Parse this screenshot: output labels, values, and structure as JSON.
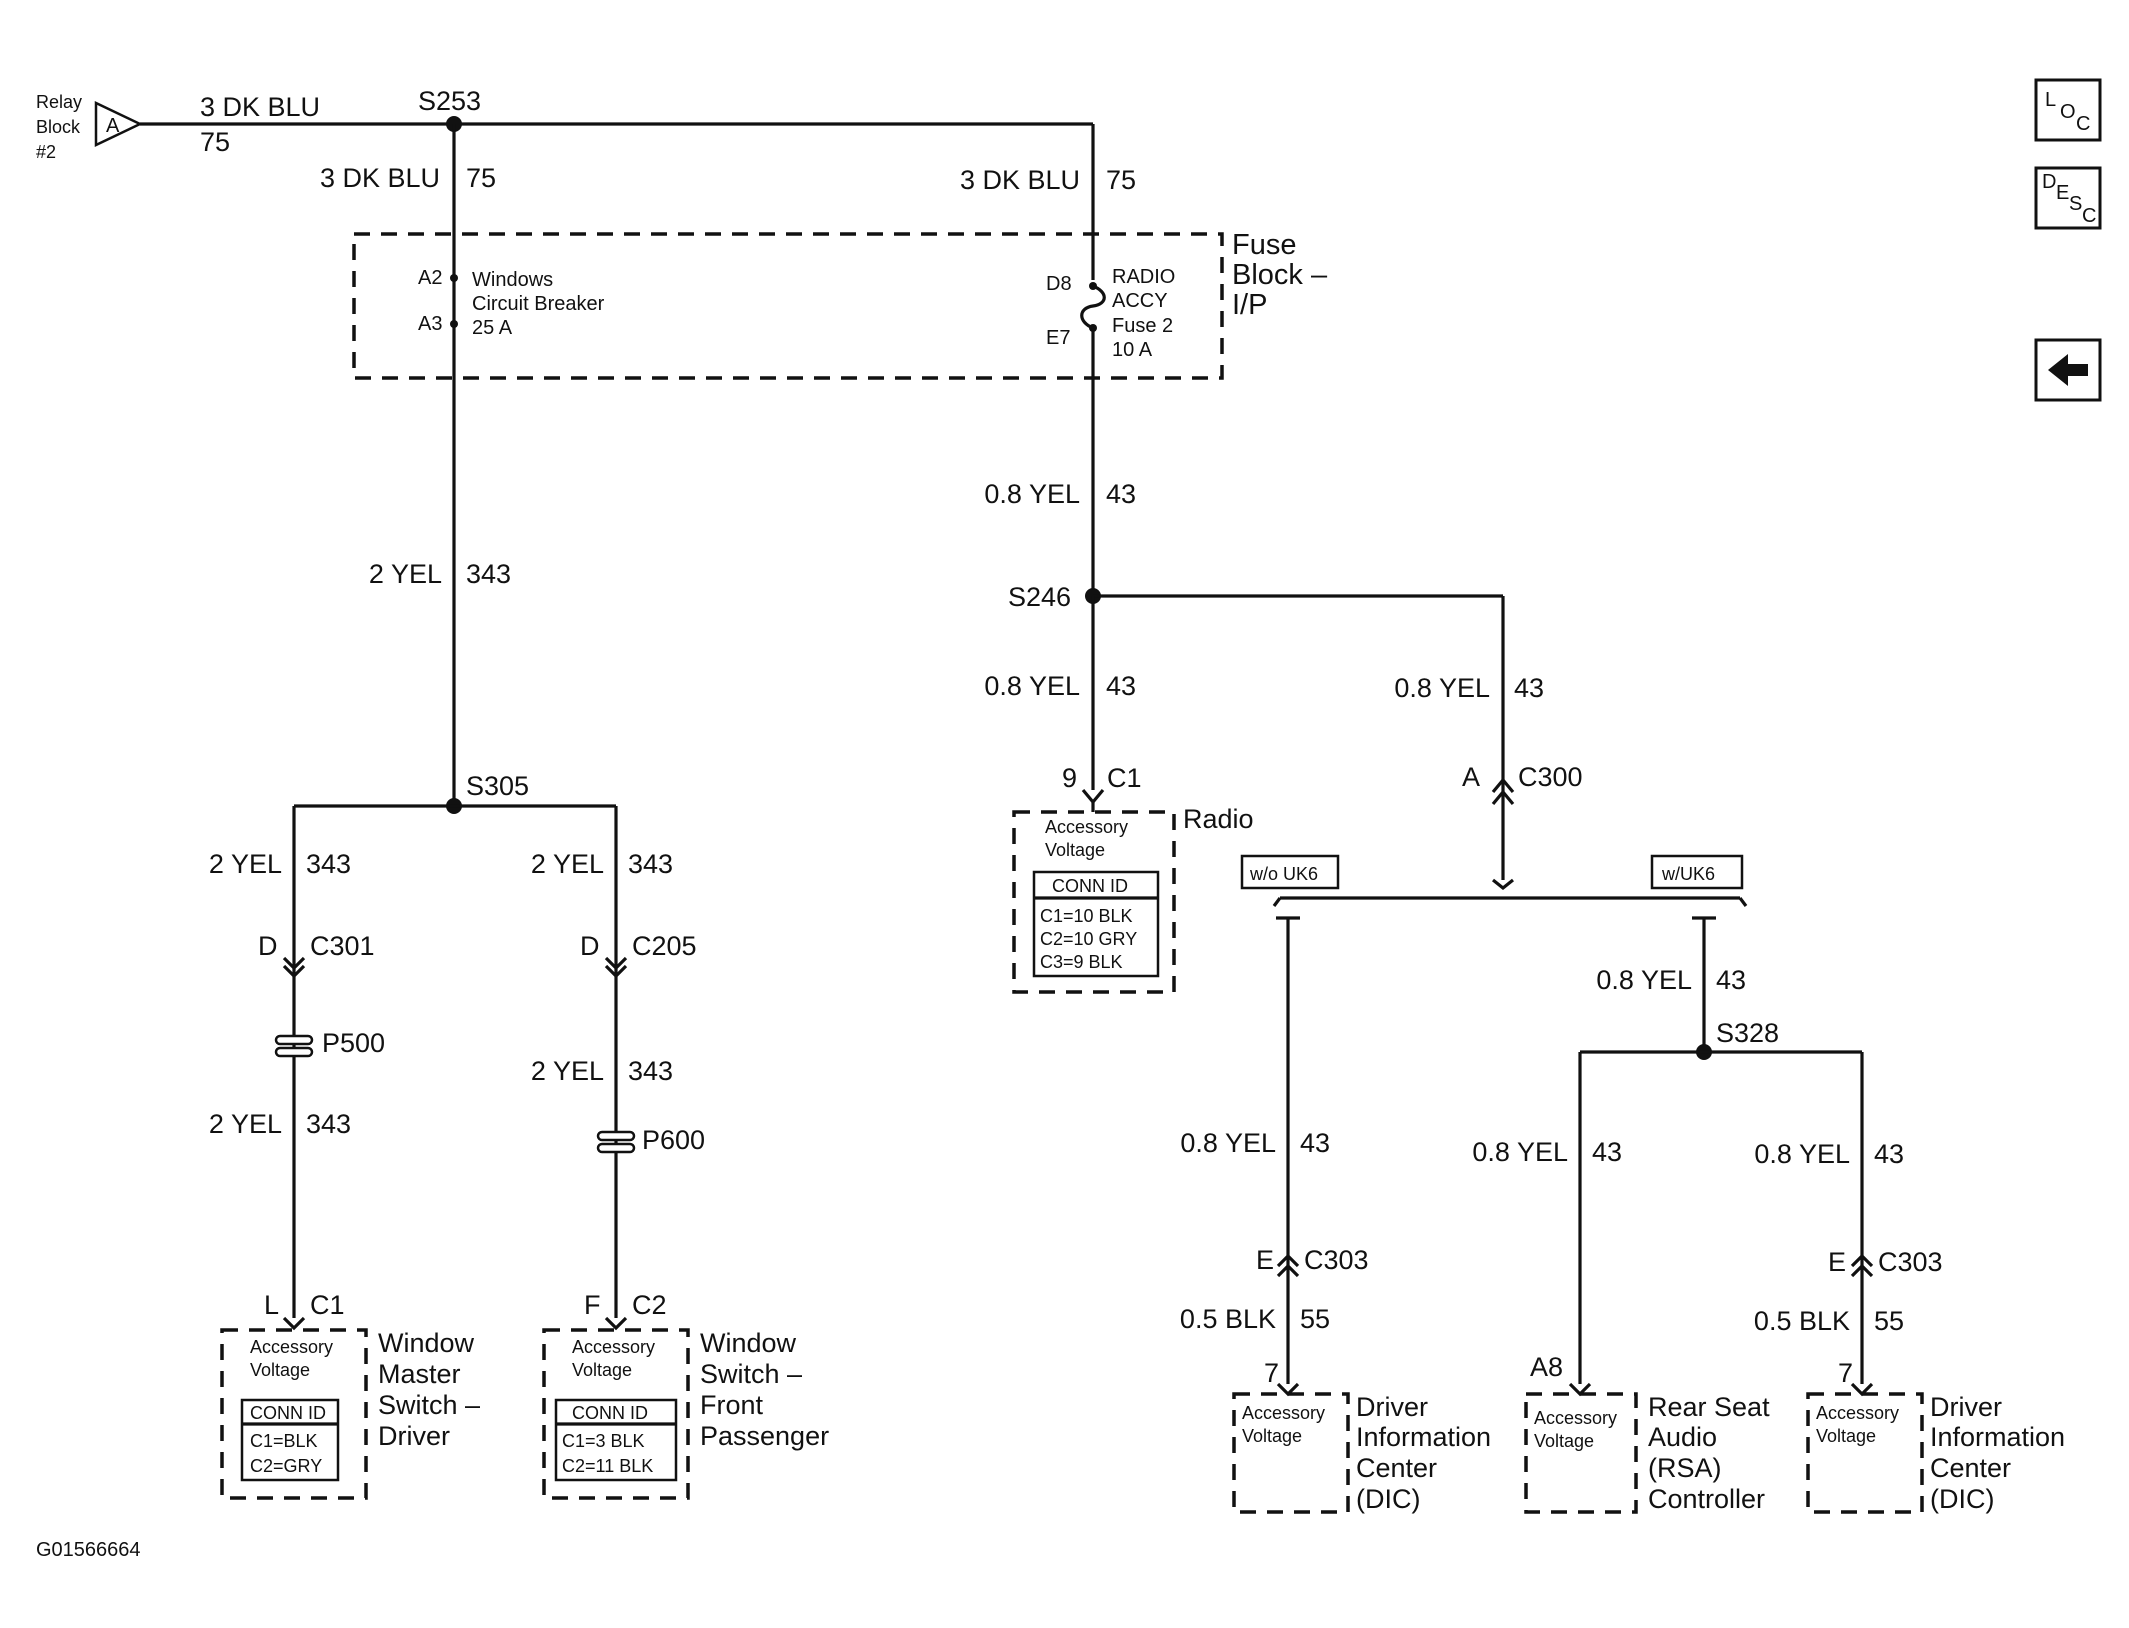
{
  "nav": {
    "loc_label": [
      "L",
      "O",
      "C"
    ],
    "desc_label": [
      "D",
      "E",
      "S",
      "C"
    ],
    "back_icon": "left-arrow-icon"
  },
  "source": {
    "name_lines": [
      "Relay",
      "Block",
      "#2"
    ],
    "connector": "A",
    "wire": "3 DK BLU",
    "circuit": "75"
  },
  "splices": {
    "s253": "S253",
    "s305": "S305",
    "s246": "S246",
    "s328": "S328"
  },
  "wires": {
    "w_left_top": {
      "label": "3 DK BLU",
      "circuit": "75"
    },
    "w_right_top": {
      "label": "3 DK BLU",
      "circuit": "75"
    },
    "w_left_mid": {
      "label": "2 YEL",
      "circuit": "343"
    },
    "w_right_mid": {
      "label": "0.8 YEL",
      "circuit": "43"
    },
    "w_radio": {
      "label": "0.8 YEL",
      "circuit": "43"
    },
    "w_c300": {
      "label": "0.8 YEL",
      "circuit": "43"
    },
    "w_drv_a": {
      "label": "2 YEL",
      "circuit": "343"
    },
    "w_drv_b": {
      "label": "2 YEL",
      "circuit": "343"
    },
    "w_pas_a": {
      "label": "2 YEL",
      "circuit": "343"
    },
    "w_pas_b": {
      "label": "2 YEL",
      "circuit": "343"
    },
    "w_uk6": {
      "label": "0.8 YEL",
      "circuit": "43"
    },
    "w_dic1": {
      "label": "0.8 YEL",
      "circuit": "43"
    },
    "w_dic1_b": {
      "label": "0.5 BLK",
      "circuit": "55"
    },
    "w_rsa": {
      "label": "0.8 YEL",
      "circuit": "43"
    },
    "w_dic2": {
      "label": "0.8 YEL",
      "circuit": "43"
    },
    "w_dic2_b": {
      "label": "0.5 BLK",
      "circuit": "55"
    }
  },
  "fuse_block": {
    "title_lines": [
      "Fuse",
      "Block –",
      "I/P"
    ],
    "breaker": {
      "pin_in": "A2",
      "pin_out": "A3",
      "lines": [
        "Windows",
        "Circuit Breaker",
        "25 A"
      ]
    },
    "fuse": {
      "pin_in": "D8",
      "pin_out": "E7",
      "lines": [
        "RADIO",
        "ACCY",
        "Fuse 2",
        "10 A"
      ]
    }
  },
  "connectors": {
    "c1_radio": {
      "pin": "9",
      "name": "C1"
    },
    "c300": {
      "pin": "A",
      "name": "C300"
    },
    "c301": {
      "pin": "D",
      "name": "C301"
    },
    "c205": {
      "pin": "D",
      "name": "C205"
    },
    "p500": {
      "name": "P500"
    },
    "p600": {
      "name": "P600"
    },
    "c1_drv": {
      "pin": "L",
      "name": "C1"
    },
    "c2_pas": {
      "pin": "F",
      "name": "C2"
    },
    "c303_a": {
      "pin": "E",
      "name": "C303"
    },
    "c303_b": {
      "pin": "E",
      "name": "C303"
    },
    "dic1_pin": "7",
    "rsa_pin": "A8",
    "dic2_pin": "7"
  },
  "options": {
    "without": "w/o UK6",
    "with": "w/UK6"
  },
  "components": {
    "radio": {
      "title": "Radio",
      "inner": [
        "Accessory",
        "Voltage"
      ],
      "conn_id_title": "CONN ID",
      "conn_ids": [
        "C1=10 BLK",
        "C2=10 GRY",
        "C3=9 BLK"
      ]
    },
    "window_master": {
      "title_lines": [
        "Window",
        "Master",
        "Switch –",
        "Driver"
      ],
      "inner": [
        "Accessory",
        "Voltage"
      ],
      "conn_id_title": "CONN ID",
      "conn_ids": [
        "C1=BLK",
        "C2=GRY"
      ]
    },
    "window_passenger": {
      "title_lines": [
        "Window",
        "Switch –",
        "Front",
        "Passenger"
      ],
      "inner": [
        "Accessory",
        "Voltage"
      ],
      "conn_id_title": "CONN ID",
      "conn_ids": [
        "C1=3 BLK",
        "C2=11 BLK"
      ]
    },
    "dic1": {
      "title_lines": [
        "Driver",
        "Information",
        "Center",
        "(DIC)"
      ],
      "inner": [
        "Accessory",
        "Voltage"
      ]
    },
    "rsa": {
      "title_lines": [
        "Rear Seat",
        "Audio",
        "(RSA)",
        "Controller"
      ],
      "inner": [
        "Accessory",
        "Voltage"
      ]
    },
    "dic2": {
      "title_lines": [
        "Driver",
        "Information",
        "Center",
        "(DIC)"
      ],
      "inner": [
        "Accessory",
        "Voltage"
      ]
    }
  },
  "figure_id": "G01566664"
}
